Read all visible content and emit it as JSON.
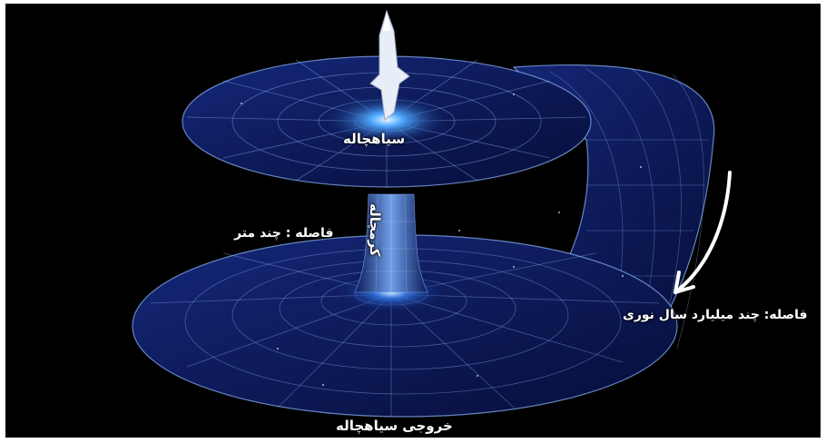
{
  "labels": {
    "black_hole": "سیاهچاله",
    "wormhole": "کرمچاله",
    "distance_few_meters": "فاصله : چند متر",
    "distance_billions_ly": "فاصله: چند میلیارد سال نوری",
    "black_hole_exit": "خروجی سیاهچاله"
  },
  "icons": [
    "spaceship-icon",
    "curved-arrow-icon"
  ],
  "colors": {
    "background": "#000000",
    "grid": "#8fb8ff",
    "sheet": "#0a1a5c",
    "glow": "#4fa8ff",
    "text": "#ffffff"
  }
}
